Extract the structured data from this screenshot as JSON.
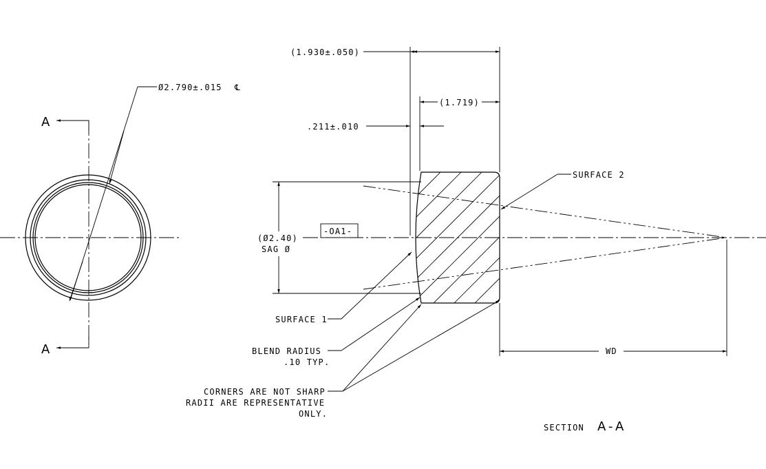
{
  "view_label": {
    "letter": "A"
  },
  "dims": {
    "od": "Ø2.790±.015",
    "overall_length": "(1.930±.050)",
    "inner_length": "(1.719)",
    "sag_depth": ".211±.010",
    "sag_dia": "(Ø2.40)",
    "sag_sub": "SAG Ø",
    "datum": "-OA1-",
    "wd": "WD"
  },
  "notes": {
    "surface2": "SURFACE 2",
    "surface1": "SURFACE 1",
    "blend1": "BLEND  RADIUS",
    "blend2": ".10 TYP.",
    "corners1": "CORNERS ARE NOT SHARP",
    "corners2": "RADII ARE REPRESENTATIVE",
    "corners3": "ONLY."
  },
  "section": {
    "word": "SECTION",
    "letters": "A-A"
  }
}
